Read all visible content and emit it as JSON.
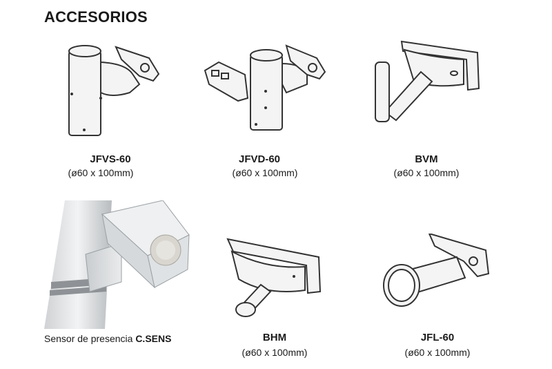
{
  "page": {
    "title": "ACCESORIOS"
  },
  "products": [
    {
      "id": "jfvs",
      "name": "JFVS-60",
      "dims": "(ø60 x 100mm)",
      "icon": "pole-top-bracket-single-icon"
    },
    {
      "id": "jfvd",
      "name": "JFVD-60",
      "dims": "(ø60 x 100mm)",
      "icon": "pole-top-bracket-double-icon"
    },
    {
      "id": "bvm",
      "name": "BVM",
      "dims": "(ø60 x 100mm)",
      "icon": "wall-bracket-vertical-icon"
    },
    {
      "id": "bhm",
      "name": "BHM",
      "dims": "(ø60 x 100mm)",
      "icon": "wall-bracket-horizontal-icon"
    },
    {
      "id": "jfl",
      "name": "JFL-60",
      "dims": "(ø60 x 100mm)",
      "icon": "side-entry-adapter-icon"
    }
  ],
  "sensor": {
    "label": "Sensor de presencia",
    "name": "C.SENS"
  }
}
